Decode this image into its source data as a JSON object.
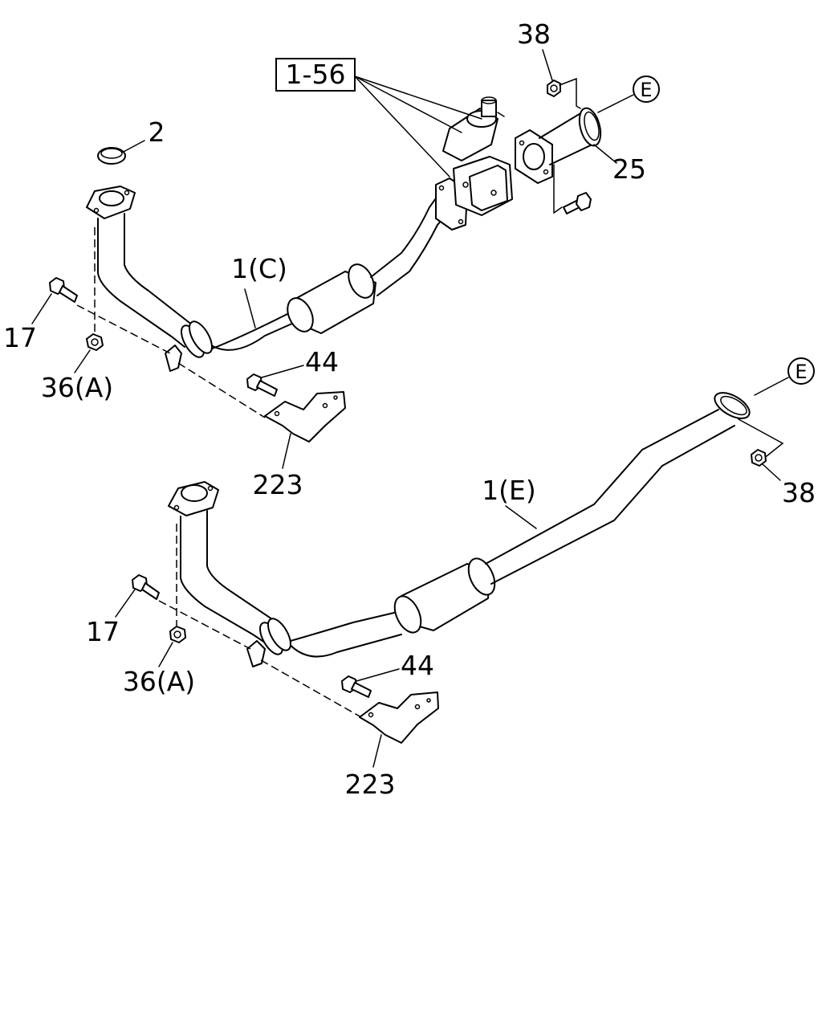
{
  "callouts": {
    "assembly_ref": "1-56",
    "nut_38_top": "38",
    "circle_e_top": "E",
    "part_25": "25",
    "part_2": "2",
    "pipe_1c": "1(C)",
    "bolt_17_top": "17",
    "nut_36a_top": "36(A)",
    "bolt_44_top": "44",
    "bracket_223_top": "223",
    "circle_e_right": "E",
    "nut_38_right": "38",
    "pipe_1e": "1(E)",
    "bolt_17_bottom": "17",
    "nut_36a_bottom": "36(A)",
    "bolt_44_bottom": "44",
    "bracket_223_bottom": "223"
  }
}
